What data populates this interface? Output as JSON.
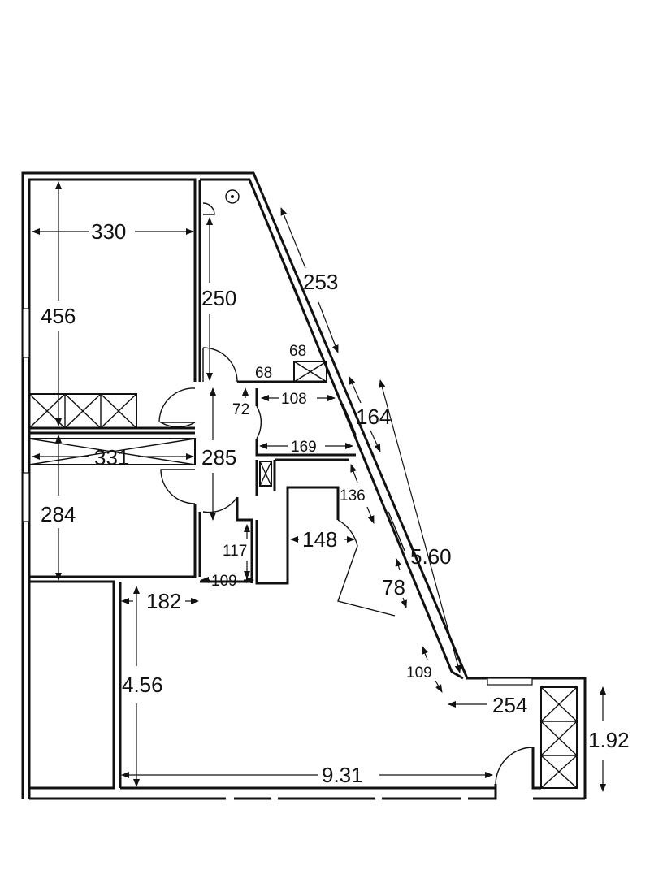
{
  "dimensions": {
    "d330": "330",
    "d456": "456",
    "d250": "250",
    "d253": "253",
    "d68a": "68",
    "d68b": "68",
    "d72": "72",
    "d108": "108",
    "d164": "164",
    "d331": "331",
    "d285": "285",
    "d169": "169",
    "d136": "136",
    "d284": "284",
    "d148": "148",
    "d560": "5.60",
    "d117": "117",
    "d109a": "109",
    "d78": "78",
    "d182": "182",
    "d456b": "4.56",
    "d109b": "109",
    "d254": "254",
    "d192": "1.92",
    "d931": "9.31"
  }
}
